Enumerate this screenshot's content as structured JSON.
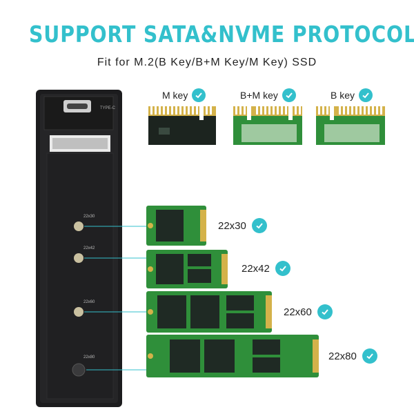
{
  "header": {
    "title": "SUPPORT SATA&NVME PROTOCOL",
    "subtitle": "Fit for M.2(B Key/B+M Key/M Key) SSD"
  },
  "key_types": [
    {
      "label": "M key"
    },
    {
      "label": "B+M key"
    },
    {
      "label": "B key"
    }
  ],
  "sizes": [
    {
      "label": "22x30",
      "mount": "22x30"
    },
    {
      "label": "22x42",
      "mount": "22x42"
    },
    {
      "label": "22x60",
      "mount": "22x60"
    },
    {
      "label": "22x80",
      "mount": "22x80"
    }
  ],
  "enclosure": {
    "port_label": "TYPE-C"
  },
  "colors": {
    "accent": "#33c0cc",
    "pcb_green": "#2f8f3a",
    "chip": "#1f2a24",
    "gold": "#d4b24a",
    "enclosure": "#1c1c1e"
  }
}
